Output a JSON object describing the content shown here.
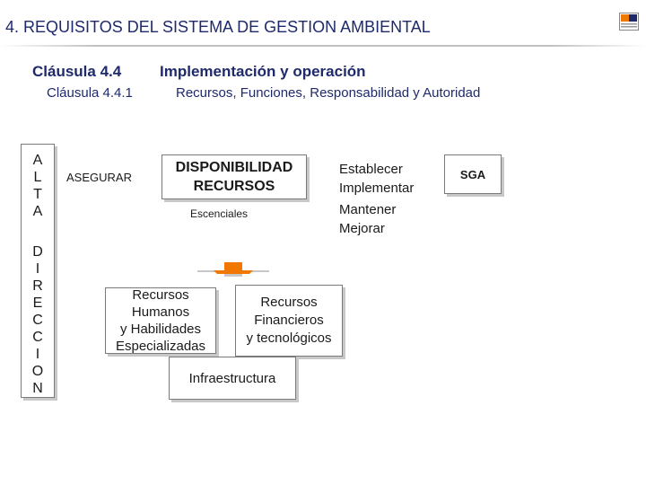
{
  "header": {
    "title": "4. REQUISITOS DEL SISTEMA DE GESTION AMBIENTAL"
  },
  "clause": {
    "number": "Cláusula 4.4",
    "name": "Implementación y operación",
    "sub_number": "Cláusula 4.4.1",
    "sub_name": "Recursos, Funciones, Responsabilidad y Autoridad"
  },
  "diagram": {
    "vertical_label": {
      "word1": [
        "A",
        "L",
        "T",
        "A"
      ],
      "word2": [
        "D",
        "I",
        "R",
        "E",
        "C",
        "C",
        "I",
        "O",
        "N"
      ]
    },
    "asegurar": "ASEGURAR",
    "disponibilidad": {
      "line1": "DISPONIBILIDAD",
      "line2": "RECURSOS"
    },
    "escenciales": "Escenciales",
    "actions": {
      "establecer": "Establecer",
      "implementar": "Implementar",
      "mantener": "Mantener",
      "mejorar": "Mejorar"
    },
    "sga": "SGA",
    "recursos_humanos": [
      "Recursos",
      "Humanos",
      "y Habilidades",
      "Especializadas"
    ],
    "recursos_financieros": [
      "Recursos",
      "Financieros",
      "y tecnológicos"
    ],
    "infraestructura": "Infraestructura"
  },
  "colors": {
    "title": "#1f2a6b",
    "connector_orange": "#f07800",
    "box_border": "#7a7a7a"
  }
}
